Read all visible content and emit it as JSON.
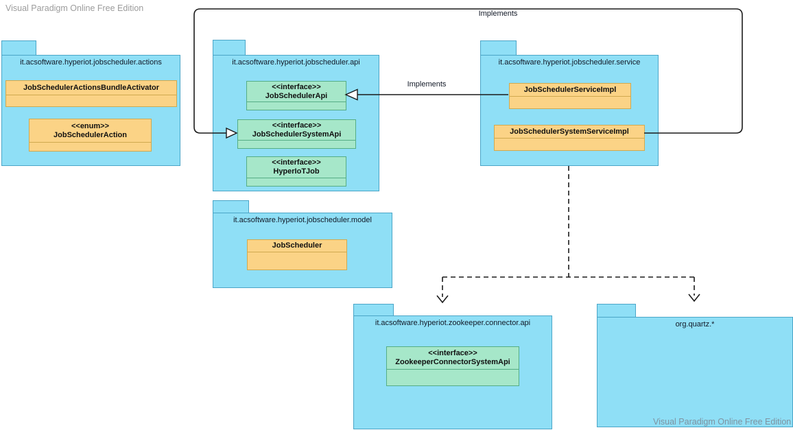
{
  "watermarks": {
    "top_left": "Visual Paradigm Online Free Edition",
    "bottom_right": "Visual Paradigm Online Free Edition"
  },
  "connector_labels": {
    "implements_top": "Implements",
    "implements_middle": "Implements"
  },
  "colors": {
    "package_fill": "#8fdff6",
    "package_border": "#4aa5c7",
    "class_fill": "#fbd386",
    "class_border": "#d0a94f",
    "interface_fill": "#a6e7c9",
    "interface_border": "#55ad85",
    "connector": "#1a1a1a"
  },
  "packages": [
    {
      "name": "it.acsoftware.hyperiot.jobscheduler.actions",
      "members": [
        {
          "type": "class",
          "stereotype": "",
          "name": "JobSchedulerActionsBundleActivator"
        },
        {
          "type": "class",
          "stereotype": "<<enum>>",
          "name": "JobSchedulerAction"
        }
      ]
    },
    {
      "name": "it.acsoftware.hyperiot.jobscheduler.api",
      "members": [
        {
          "type": "interface",
          "stereotype": "<<interface>>",
          "name": "JobSchedulerApi"
        },
        {
          "type": "interface",
          "stereotype": "<<interface>>",
          "name": "JobSchedulerSystemApi"
        },
        {
          "type": "interface",
          "stereotype": "<<interface>>",
          "name": "HyperIoTJob"
        }
      ]
    },
    {
      "name": "it.acsoftware.hyperiot.jobscheduler.service",
      "members": [
        {
          "type": "class",
          "stereotype": "",
          "name": "JobSchedulerServiceImpl"
        },
        {
          "type": "class",
          "stereotype": "",
          "name": "JobSchedulerSystemServiceImpl"
        }
      ]
    },
    {
      "name": "it.acsoftware.hyperiot.jobscheduler.model",
      "members": [
        {
          "type": "class",
          "stereotype": "",
          "name": "JobScheduler"
        }
      ]
    },
    {
      "name": "it.acsoftware.hyperiot.zookeeper.connector.api",
      "members": [
        {
          "type": "interface",
          "stereotype": "<<interface>>",
          "name": "ZookeeperConnectorSystemApi"
        }
      ]
    },
    {
      "name": "org.quartz.*",
      "members": []
    }
  ]
}
